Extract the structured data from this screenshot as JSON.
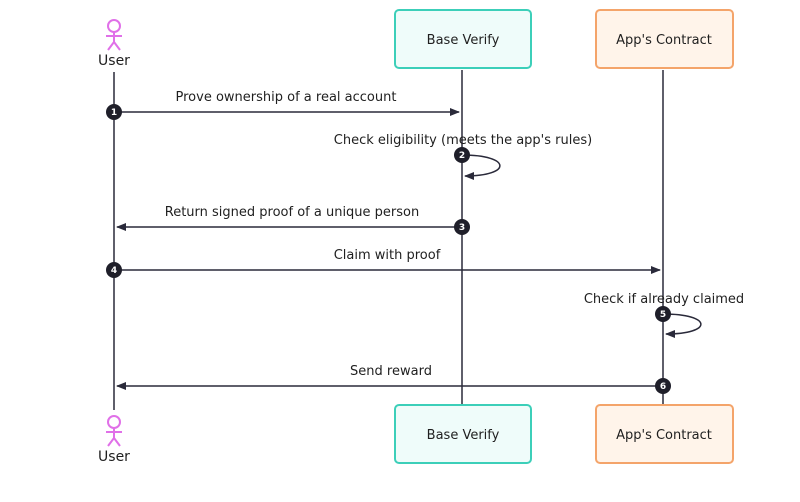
{
  "participants": {
    "user": {
      "label": "User",
      "color": "#e070e8"
    },
    "base_verify": {
      "label": "Base Verify",
      "fill": "#effcfa",
      "stroke": "#3ccfb9"
    },
    "app_contract": {
      "label": "App's Contract",
      "fill": "#fff4ea",
      "stroke": "#f4a46a"
    }
  },
  "messages": [
    {
      "num": "1",
      "text": "Prove ownership of a real account"
    },
    {
      "num": "2",
      "text": "Check eligibility (meets the app's rules)"
    },
    {
      "num": "3",
      "text": "Return signed proof of a unique person"
    },
    {
      "num": "4",
      "text": "Claim with proof"
    },
    {
      "num": "5",
      "text": "Check if already claimed"
    },
    {
      "num": "6",
      "text": "Send reward"
    }
  ],
  "colors": {
    "line": "#2a2a3a",
    "badge": "#1f1f2a"
  }
}
